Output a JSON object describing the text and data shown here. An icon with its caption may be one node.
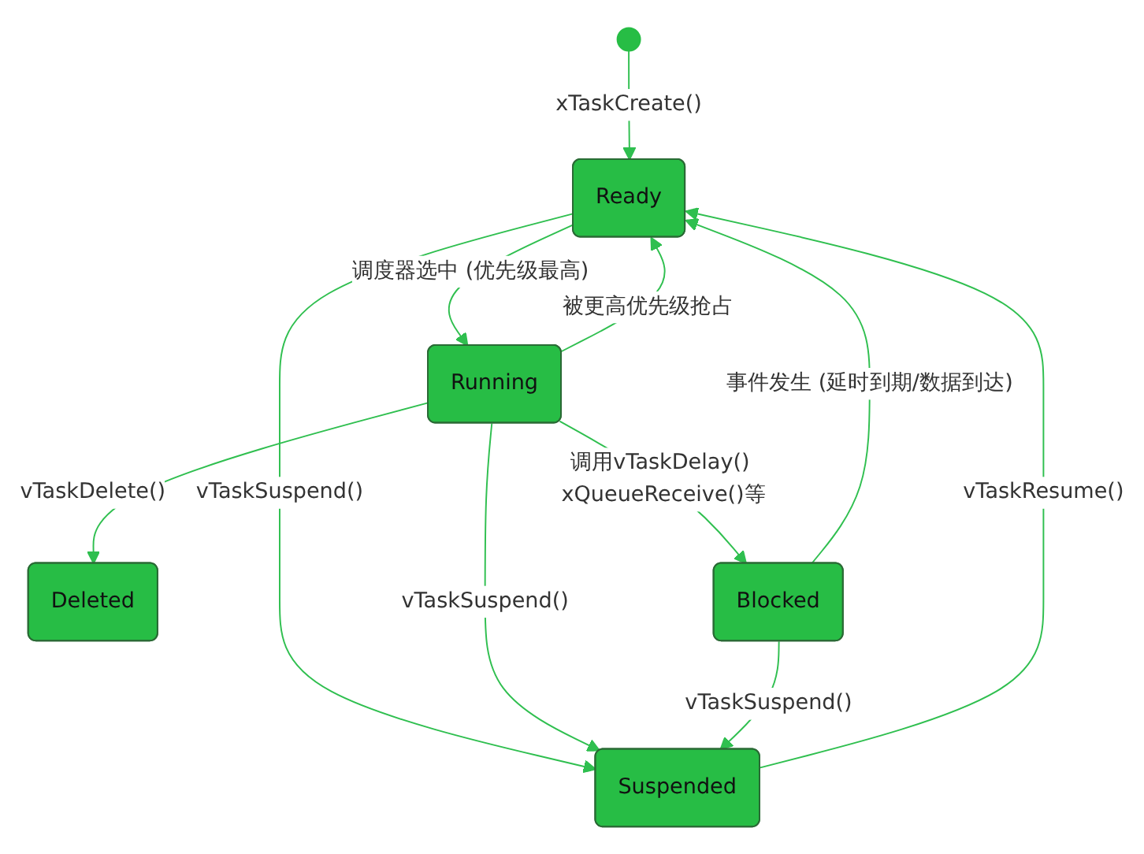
{
  "diagram": {
    "nodes": [
      {
        "text": [],
        "shape": "circle"
      },
      {
        "text": [
          "Ready"
        ]
      },
      {
        "text": [
          "Running"
        ]
      },
      {
        "text": [
          "Deleted"
        ]
      },
      {
        "text": [
          "Blocked"
        ]
      },
      {
        "text": [
          "Suspended"
        ]
      }
    ],
    "edges": [
      {
        "from": 0,
        "to": 1,
        "arrow": "to",
        "label": "xTaskCreate()"
      },
      {
        "from": 1,
        "to": 2,
        "arrow": "to",
        "label": "调度器选中 (优先级最高)"
      },
      {
        "from": 2,
        "to": 1,
        "arrow": "to",
        "label": "被更高优先级抢占"
      },
      {
        "from": 1,
        "to": 5,
        "arrow": "to",
        "label": "vTaskSuspend()"
      },
      {
        "from": 2,
        "to": 3,
        "arrow": "to",
        "label": "vTaskDelete()"
      },
      {
        "from": 2,
        "to": 4,
        "arrow": "to",
        "label": "调用vTaskDelay() xQueueReceive()等"
      },
      {
        "from": 4,
        "to": 1,
        "arrow": "to",
        "label": "事件发生 (延时到期/数据到达)"
      },
      {
        "from": 2,
        "to": 5,
        "arrow": "to",
        "label": "vTaskSuspend()"
      },
      {
        "from": 4,
        "to": 5,
        "arrow": "to",
        "label": "vTaskSuspend()"
      },
      {
        "from": 5,
        "to": 1,
        "arrow": "to",
        "label": "vTaskResume()"
      }
    ]
  }
}
